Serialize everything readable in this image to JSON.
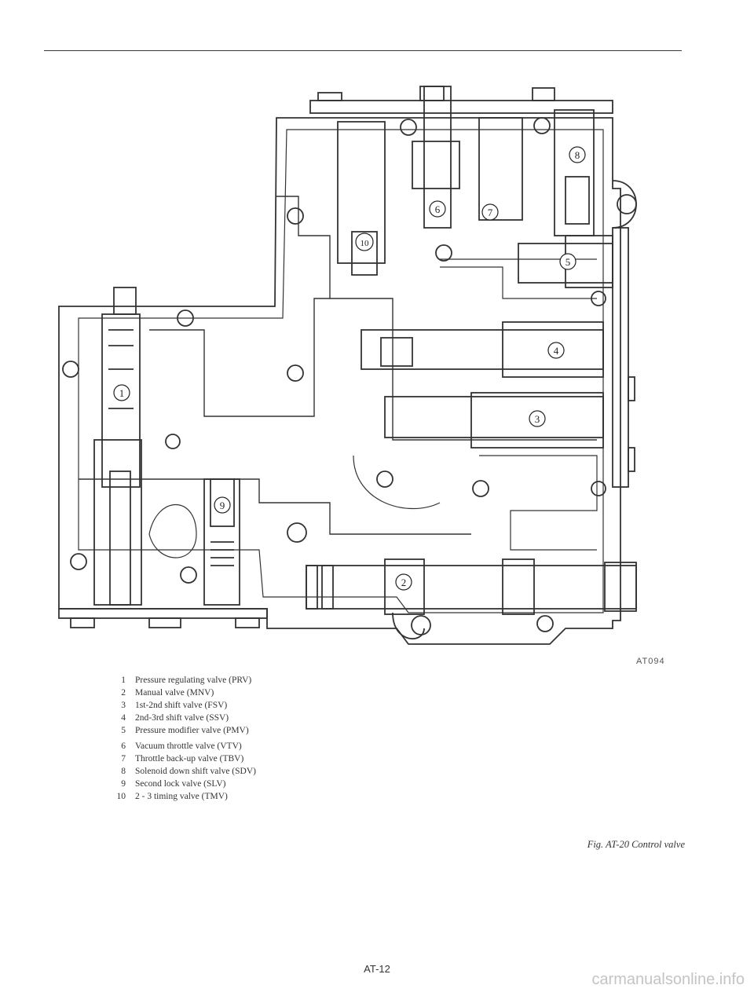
{
  "figure": {
    "code": "AT094",
    "caption": "Fig. AT-20 Control valve",
    "callouts": [
      "1",
      "2",
      "3",
      "4",
      "5",
      "6",
      "7",
      "8",
      "9",
      "10"
    ]
  },
  "legend": [
    {
      "num": "1",
      "text": "Pressure regulating valve (PRV)"
    },
    {
      "num": "2",
      "text": "Manual valve (MNV)"
    },
    {
      "num": "3",
      "text": "1st-2nd shift valve (FSV)"
    },
    {
      "num": "4",
      "text": "2nd-3rd shift valve (SSV)"
    },
    {
      "num": "5",
      "text": "Pressure modifier valve (PMV)"
    },
    {
      "num": "6",
      "text": "Vacuum throttle valve (VTV)"
    },
    {
      "num": "7",
      "text": "Throttle back-up valve (TBV)"
    },
    {
      "num": "8",
      "text": "Solenoid down shift valve (SDV)"
    },
    {
      "num": "9",
      "text": "Second lock valve (SLV)"
    },
    {
      "num": "10",
      "text": "2 - 3 timing valve (TMV)"
    }
  ],
  "page_number": "AT-12",
  "watermark": "carmanualsonline.info"
}
